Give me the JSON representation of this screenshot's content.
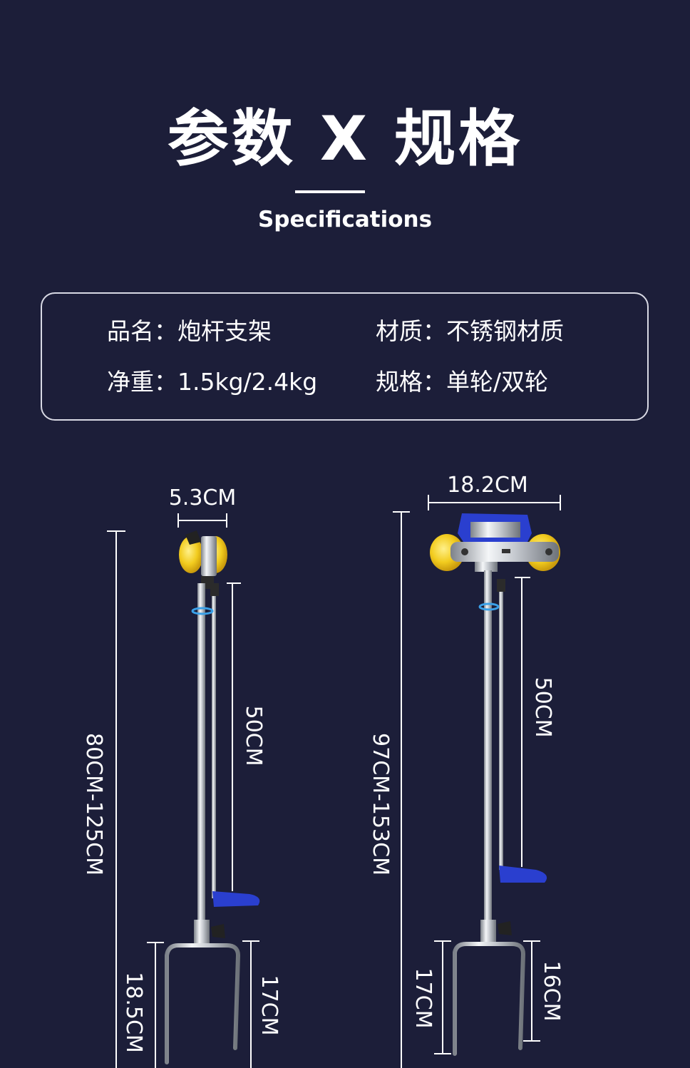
{
  "header": {
    "title": "参数 X 规格",
    "subtitle": "Specifications"
  },
  "specs": [
    {
      "label": "品名：",
      "value": "炮杆支架"
    },
    {
      "label": "材质：",
      "value": "不锈钢材质"
    },
    {
      "label": "净重：",
      "value": "1.5kg/2.4kg"
    },
    {
      "label": "规格：",
      "value": "单轮/双轮"
    }
  ],
  "single_wheel": {
    "width": "5.3CM",
    "total_height": "80CM-125CM",
    "arm_length": "50CM",
    "fork_length": "18.5CM",
    "spike_length": "17CM"
  },
  "double_wheel": {
    "width": "18.2CM",
    "total_height": "97CM-153CM",
    "arm_length": "50CM",
    "fork_length": "17CM",
    "spike_length": "16CM"
  },
  "colors": {
    "background": "#1c1e39",
    "wheel": "#f2cc1f",
    "clamp": "#2a3fcf",
    "steel": "#d0d4da"
  }
}
